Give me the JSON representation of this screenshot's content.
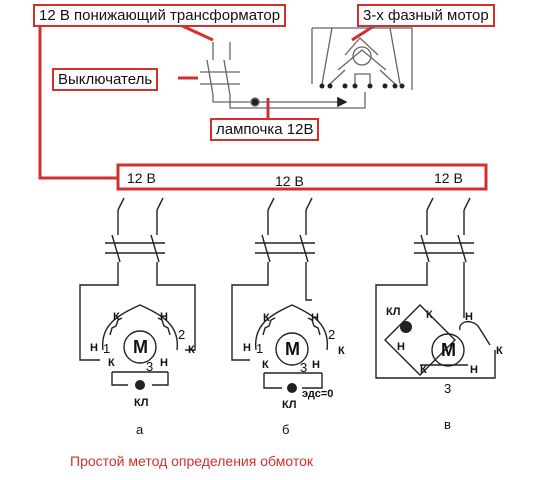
{
  "labels": {
    "transformer": "12 В понижающий трансформатор",
    "motor3": "3-х фазный мотор",
    "switch": "Выключатель",
    "lamp12": "лампочка 12В",
    "v12": [
      "12 В",
      "12 В",
      "12 В"
    ],
    "caption": "Простой метод определения обмоток"
  },
  "motor": {
    "symbol": "M"
  },
  "circuits": [
    {
      "id": "a",
      "caption": "а",
      "winding_numbers": [
        "1",
        "2",
        "3"
      ],
      "lamp": "КЛ"
    },
    {
      "id": "b",
      "caption": "б",
      "winding_numbers": [
        "1",
        "2",
        "3"
      ],
      "lamp": "КЛ",
      "note": "эдс=0"
    },
    {
      "id": "v",
      "caption": "в",
      "winding_numbers": [
        "",
        "",
        "3"
      ],
      "lamp": "КЛ"
    }
  ],
  "terminal_labels": {
    "k": "К",
    "n": "Н"
  },
  "colors": {
    "accent": "#d32f2f",
    "line": "#222222",
    "gray": "#777777"
  }
}
